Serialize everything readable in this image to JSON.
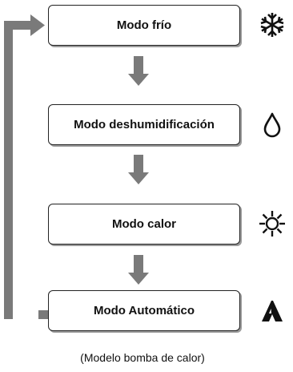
{
  "modes": [
    {
      "label": "Modo frío",
      "icon": "snowflake-icon"
    },
    {
      "label": "Modo deshumidificación",
      "icon": "water-drop-icon"
    },
    {
      "label": "Modo calor",
      "icon": "sun-icon"
    },
    {
      "label": "Modo Automático",
      "icon": "auto-mode-icon"
    }
  ],
  "caption": "(Modelo bomba de calor)",
  "colors": {
    "arrow": "#7a7a7a",
    "box_border": "#222222",
    "box_shadow": "#9a9a9a",
    "text": "#111111"
  }
}
